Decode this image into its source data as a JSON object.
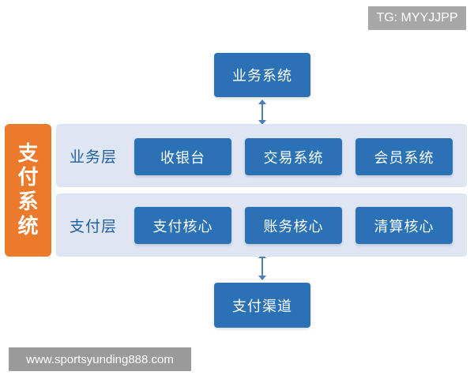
{
  "watermark_tag": "TG: MYYJJPP",
  "watermark_url": "www.sportsyunding888.com",
  "side_label": [
    "支",
    "付",
    "系",
    "统"
  ],
  "top_box": "业务系统",
  "bottom_box": "支付渠道",
  "layers": [
    {
      "label": "业务层",
      "boxes": [
        "收银台",
        "交易系统",
        "会员系统"
      ]
    },
    {
      "label": "支付层",
      "boxes": [
        "支付核心",
        "账务核心",
        "清算核心"
      ]
    }
  ],
  "colors": {
    "box_blue": "#2a72b5",
    "band_bg": "#dde6f2",
    "side_orange": "#ec7a2d",
    "arrow": "#4a7fb5"
  }
}
